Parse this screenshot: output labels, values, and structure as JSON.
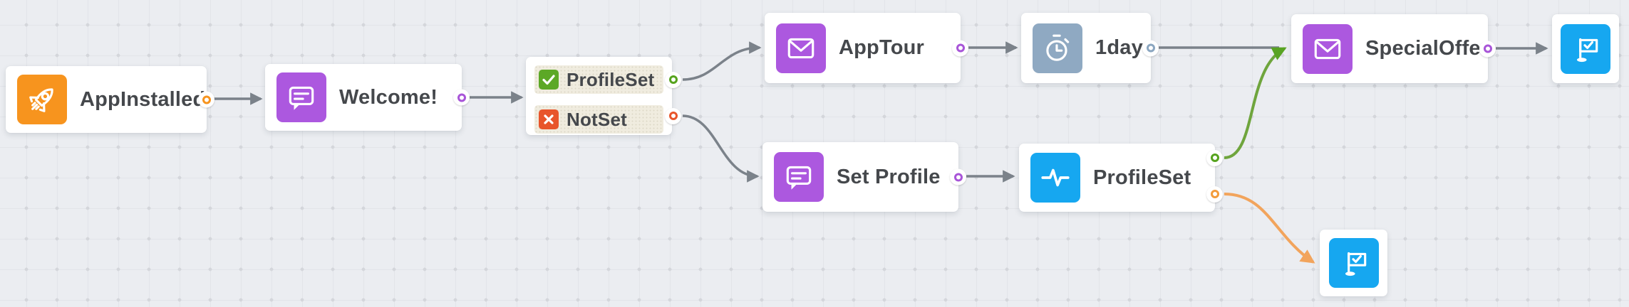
{
  "canvas": {
    "background": "#ebedf1",
    "grid_line_color": "#e2e4e9"
  },
  "colors": {
    "trigger_orange": "#f7941e",
    "message_purple": "#ac58df",
    "timer_steel_blue": "#8fa9c2",
    "goal_bright_blue": "#16a7f0",
    "branch_true_green": "#56a31e",
    "branch_false_red": "#e8552b",
    "event_amber": "#f39c3c",
    "edge_gray": "#7b828a",
    "edge_green": "#6fa53d",
    "edge_orange": "#f2a45c",
    "label_text": "#45484c",
    "branch_row_beige": "#f0ecdf"
  },
  "nodes": {
    "app_installed": {
      "label": "AppInstalled",
      "icon": "rocket-icon",
      "icon_color": "#f7941e",
      "port_color": "#f7941e"
    },
    "welcome": {
      "label": "Welcome!",
      "icon": "chat-icon",
      "icon_color": "#ac58df",
      "port_color": "#a855d8"
    },
    "condition": {
      "branches": [
        {
          "label": "ProfileSet",
          "icon": "check-icon",
          "color": "#5ca826",
          "port_color": "#56a31e"
        },
        {
          "label": "NotSet",
          "icon": "x-icon",
          "color": "#e8552b",
          "port_color": "#e8552b"
        }
      ]
    },
    "app_tour": {
      "label": "AppTour",
      "icon": "envelope-icon",
      "icon_color": "#ac58df",
      "port_color": "#a855d8"
    },
    "one_day": {
      "label": "1day",
      "icon": "timer-icon",
      "icon_color": "#8fa9c2",
      "port_color": "#8ba6c0"
    },
    "special_offer": {
      "label": "SpecialOffer",
      "icon": "envelope-icon",
      "icon_color": "#ac58df",
      "port_color": "#a855d8"
    },
    "goal_top": {
      "icon": "flag-icon",
      "icon_color": "#16a7f0"
    },
    "set_profile": {
      "label": "Set Profile",
      "icon": "chat-icon",
      "icon_color": "#ac58df",
      "port_color": "#a855d8"
    },
    "profile_set": {
      "label": "ProfileSet",
      "icon": "pulse-icon",
      "icon_color": "#16a7f0",
      "ports": [
        {
          "name": "success",
          "color": "#56a31e"
        },
        {
          "name": "fallback",
          "color": "#f39c3c"
        }
      ]
    },
    "goal_bottom": {
      "icon": "flag-icon",
      "icon_color": "#16a7f0"
    }
  },
  "connections": [
    {
      "from": "app_installed",
      "to": "welcome",
      "color": "#7b828a",
      "arrow": true
    },
    {
      "from": "welcome",
      "to": "condition",
      "color": "#7b828a",
      "arrow": true
    },
    {
      "from": "condition.ProfileSet",
      "to": "app_tour",
      "color": "#7b828a",
      "arrow": true
    },
    {
      "from": "condition.NotSet",
      "to": "set_profile",
      "color": "#7b828a",
      "arrow": true
    },
    {
      "from": "app_tour",
      "to": "one_day",
      "color": "#7b828a",
      "arrow": true
    },
    {
      "from": "one_day",
      "to": "special_offer",
      "color": "#7b828a",
      "arrow": false
    },
    {
      "from": "profile_set.success",
      "to": "special_offer",
      "color": "#6fa53d",
      "arrow": true
    },
    {
      "from": "special_offer",
      "to": "goal_top",
      "color": "#7b828a",
      "arrow": true
    },
    {
      "from": "set_profile",
      "to": "profile_set",
      "color": "#7b828a",
      "arrow": true
    },
    {
      "from": "profile_set.fallback",
      "to": "goal_bottom",
      "color": "#f2a45c",
      "arrow": true
    }
  ]
}
